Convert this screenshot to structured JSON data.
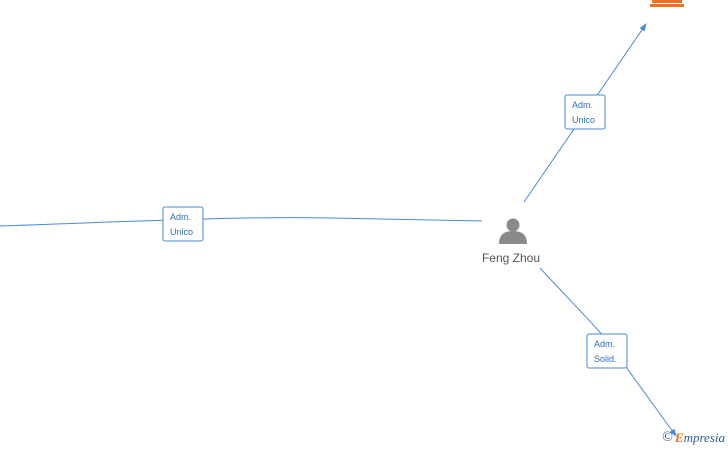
{
  "person": {
    "name": "Feng Zhou",
    "icon": "person-icon",
    "icon_color": "#8a8a8a"
  },
  "edges": [
    {
      "id": "left-company",
      "line1": "Adm.",
      "line2": "Unico"
    },
    {
      "id": "top-company",
      "line1": "Adm.",
      "line2": "Unico"
    },
    {
      "id": "bottom-company",
      "line1": "Adm.",
      "line2": "Solid."
    }
  ],
  "company_icon": "building-icon",
  "company_icon_color": "#f0701f",
  "edge_color": "#4a8ad6",
  "watermark": {
    "symbol": "©",
    "brand_first": "E",
    "brand_rest": "mpresia"
  }
}
